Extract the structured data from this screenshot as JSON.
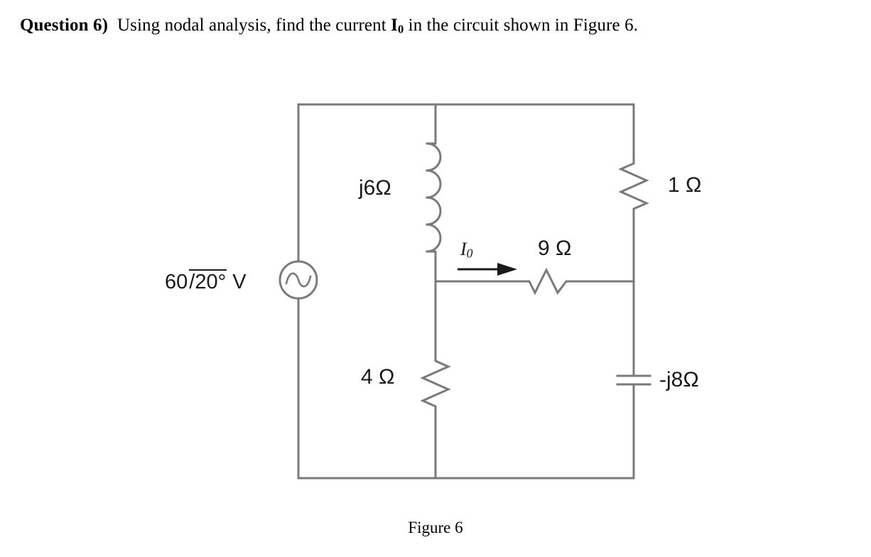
{
  "document": {
    "question_label": "Question 6)",
    "question_text_before": "Using nodal analysis, find the current ",
    "question_symbol": "I",
    "question_symbol_sub": "0",
    "question_text_after": " in the circuit shown in Figure 6.",
    "figure_caption": "Figure 6"
  },
  "circuit": {
    "title": "Figure 6",
    "ink_color": "#7a7a7a",
    "label_color": "#1a1a1a",
    "source": {
      "name": "ac-voltage-source",
      "magnitude": "60",
      "angle_symbol": "/",
      "angle": "20°",
      "unit": "V",
      "full_label": "60 /20° V"
    },
    "components": [
      {
        "id": "inductor-j6",
        "type": "inductor",
        "label": "j6Ω",
        "orientation": "vertical"
      },
      {
        "id": "resistor-4",
        "type": "resistor",
        "label": "4 Ω",
        "orientation": "vertical"
      },
      {
        "id": "resistor-9",
        "type": "resistor",
        "label": "9 Ω",
        "orientation": "horizontal"
      },
      {
        "id": "resistor-1",
        "type": "resistor",
        "label": "1 Ω",
        "orientation": "vertical"
      },
      {
        "id": "capacitor-j8",
        "type": "capacitor",
        "label": "-j8Ω",
        "orientation": "vertical"
      }
    ],
    "current_arrow": {
      "id": "current-io",
      "symbol": "I",
      "subscript": "0",
      "direction": "right"
    }
  }
}
